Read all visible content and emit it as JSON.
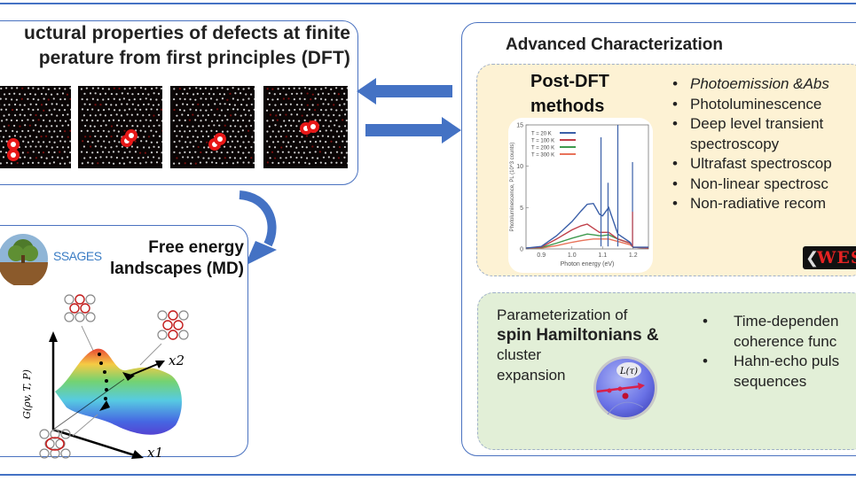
{
  "dft_panel": {
    "title_line1": "uctural properties of defects at finite",
    "title_line2": "perature from first principles (DFT)",
    "snapshots": [
      "defect-snapshot-1",
      "defect-snapshot-2",
      "defect-snapshot-3",
      "defect-snapshot-4"
    ]
  },
  "md_panel": {
    "logo_text": "SSAGES",
    "title_line1": "Free energy",
    "title_line2": "landscapes (MD)",
    "axis_y": "G(ρv, T, P)",
    "axis_x1": "x1",
    "axis_x2": "x2"
  },
  "characterization_panel": {
    "title": "Advanced Characterization",
    "post_dft": {
      "title_line1": "Post-DFT",
      "title_line2": "methods",
      "bullets": [
        {
          "text": "Photoemission &Abs",
          "italic": true
        },
        {
          "text": "Photoluminescence"
        },
        {
          "text": "Deep level transient"
        },
        {
          "text": "spectroscopy",
          "continuation": true
        },
        {
          "text": "Ultrafast spectroscop"
        },
        {
          "text": "Non-linear spectrosc"
        },
        {
          "text": "Non-radiative recom"
        }
      ],
      "logo_text": "WES"
    },
    "spin": {
      "line1": "Parameterization of",
      "line2": "spin Hamiltonians &",
      "line3": "cluster",
      "line4": "expansion",
      "sphere_label": "L(τ)",
      "bullets": [
        {
          "text": "Time-dependen"
        },
        {
          "text": "coherence func",
          "continuation": true
        },
        {
          "text": "Hahn-echo puls"
        },
        {
          "text": "sequences",
          "continuation": true
        }
      ]
    }
  },
  "colors": {
    "frame_blue": "#4a72c0",
    "arrow_blue": "#4472c4",
    "post_dft_bg": "#fdf2d4",
    "spin_bg": "#e2efd7"
  },
  "chart_data": {
    "type": "line",
    "title": "",
    "xlabel": "Photon energy (eV)",
    "ylabel": "Photoluminescence, PL (10^3 counts)",
    "xlim": [
      0.85,
      1.25
    ],
    "ylim": [
      0,
      15
    ],
    "x_ticks": [
      "0.9",
      "1.0",
      "1.1",
      "1.2"
    ],
    "y_ticks": [
      "0",
      "5",
      "10",
      "15"
    ],
    "legend": "top-left",
    "x": [
      0.85,
      0.9,
      0.95,
      1.0,
      1.03,
      1.05,
      1.07,
      1.09,
      1.1,
      1.12,
      1.15,
      1.19,
      1.2,
      1.25
    ],
    "series": [
      {
        "name": "T = 20 K",
        "color": "#3a5fa8",
        "values": [
          0.1,
          0.3,
          1.6,
          3.3,
          4.6,
          5.4,
          5.5,
          4.2,
          4.0,
          5.0,
          1.8,
          0.8,
          0.2,
          0.2
        ]
      },
      {
        "name": "T = 100 K",
        "color": "#c0404a",
        "values": [
          0.1,
          0.2,
          1.2,
          2.3,
          2.8,
          3.0,
          2.5,
          2.0,
          2.0,
          2.0,
          1.2,
          0.7,
          0.2,
          0.1
        ]
      },
      {
        "name": "T = 200 K",
        "color": "#3e9a4e",
        "values": [
          0.1,
          0.15,
          0.7,
          1.3,
          1.6,
          1.8,
          1.7,
          1.6,
          1.6,
          1.7,
          1.2,
          0.7,
          0.2,
          0.1
        ]
      },
      {
        "name": "T = 300 K",
        "color": "#e8735a",
        "values": [
          0.1,
          0.1,
          0.4,
          0.8,
          1.0,
          1.1,
          1.2,
          1.2,
          1.2,
          1.2,
          0.9,
          0.5,
          0.2,
          0.1
        ]
      }
    ],
    "peaks": [
      {
        "series": "T = 20 K",
        "x": 1.095,
        "y": 13.5
      },
      {
        "series": "T = 20 K",
        "x": 1.118,
        "y": 8.0
      },
      {
        "series": "T = 20 K",
        "x": 1.15,
        "y": 15.0
      },
      {
        "series": "T = 20 K",
        "x": 1.198,
        "y": 10.5
      },
      {
        "series": "T = 100 K",
        "x": 1.198,
        "y": 4.5
      }
    ]
  }
}
